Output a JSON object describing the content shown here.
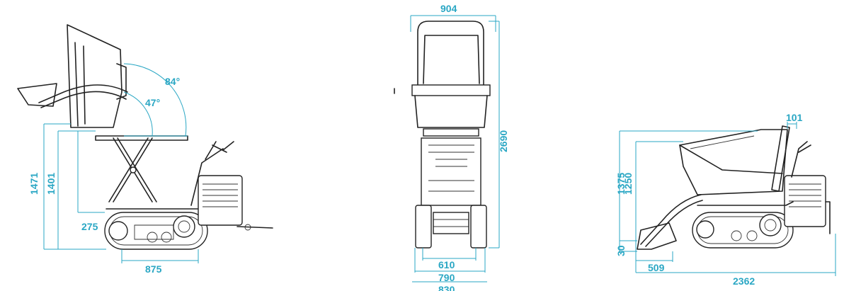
{
  "colors": {
    "dimension": "#2aa7c4",
    "outline": "#222222",
    "background": "#ffffff"
  },
  "side_view_raised": {
    "angle_outer": "84°",
    "angle_inner": "47°",
    "height_total": "1471",
    "height_platform": "1401",
    "ground_clearance": "275",
    "track_length": "875"
  },
  "front_view": {
    "width_top": "904",
    "height_total": "2690",
    "width_inner": "610",
    "width_mid": "790",
    "width_outer": "830"
  },
  "side_view_lowered": {
    "offset_top": "101",
    "height_total": "1375",
    "height_hopper": "1250",
    "lip_height": "30",
    "front_overhang": "509",
    "length_total": "2362"
  }
}
